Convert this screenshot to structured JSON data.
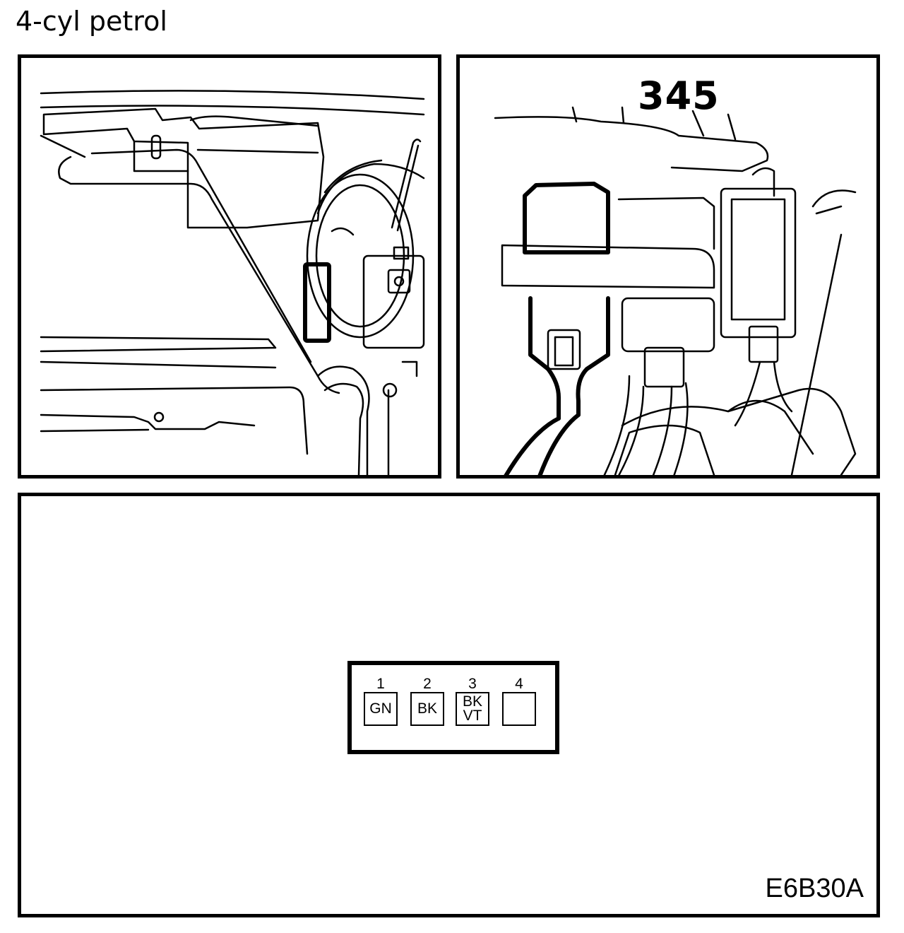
{
  "title": "4-cyl petrol",
  "connector_panel": {
    "callout": "345"
  },
  "pinout": {
    "pins": [
      {
        "number": "1",
        "color_lines": [
          "GN"
        ]
      },
      {
        "number": "2",
        "color_lines": [
          "BK"
        ]
      },
      {
        "number": "3",
        "color_lines": [
          "BK",
          "VT"
        ]
      },
      {
        "number": "4",
        "color_lines": []
      }
    ]
  },
  "figure_code": "E6B30A"
}
